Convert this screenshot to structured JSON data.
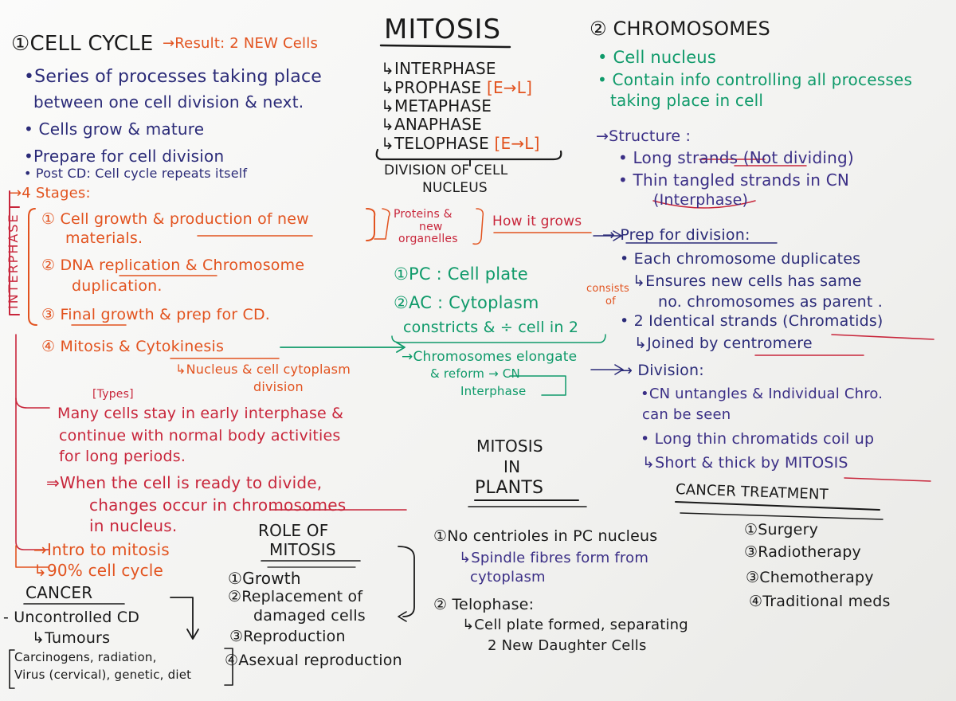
{
  "colors": {
    "board": "#f4f4f2",
    "black": "#1a1a1a",
    "navy": "#2b2b78",
    "purple": "#3b2f86",
    "orange": "#e2531f",
    "red": "#c8263b",
    "green": "#0f9a6a"
  },
  "title": "MITOSIS",
  "phases": {
    "interphase": "INTERPHASE",
    "prophase": "PROPHASE",
    "prophase_tag": "[E→L]",
    "metaphase": "METAPHASE",
    "anaphase": "ANAPHASE",
    "telophase": "TELOPHASE",
    "telophase_tag": "[E→L]",
    "caption_1": "DIVISION OF CELL",
    "caption_2": "NUCLEUS"
  },
  "cell_cycle": {
    "heading": "①CELL CYCLE",
    "result": "→Result: 2 NEW Cells",
    "line1": "•Series of processes taking place",
    "line2": "between one cell division & next.",
    "line3": "• Cells grow & mature",
    "line4": "•Prepare for cell division",
    "line5": "• Post CD: Cell cycle repeats itself",
    "stages_label": "→4 Stages:",
    "interphase_vertical": "INTERPHASE",
    "stage1a": "① Cell growth & production of new",
    "stage1b": "materials.",
    "proteins_1": "Proteins &",
    "proteins_2": "new",
    "proteins_3": "organelles",
    "how_it_grows": "How it grows",
    "stage2a": "② DNA replication & Chromosome",
    "stage2b": "duplication.",
    "stage3": "③ Final growth & prep for CD.",
    "stage4": "④ Mitosis & Cytokinesis",
    "stage4_sub1": "↳Nucleus & cell cytoplasm",
    "stage4_sub2": "division",
    "types": "[Types]",
    "many1": "Many cells stay in early interphase &",
    "many2": "continue with normal body activities",
    "many3": "for long periods.",
    "ready1": "⇒When the cell is ready to divide,",
    "ready2": "changes occur in chromosomes",
    "ready3": "in nucleus.",
    "intro": "→Intro to mitosis",
    "ninety": "↳90% cell cycle"
  },
  "cytokinesis": {
    "pc": "①PC : Cell plate",
    "ac": "②AC : Cytoplasm",
    "constricts": "constricts & ÷ cell in 2",
    "elongate1": "→Chromosomes elongate",
    "elongate2": "& reform → CN",
    "elongate3": "Interphase"
  },
  "chromosomes": {
    "heading": "② CHROMOSOMES",
    "nucleus": "• Cell nucleus",
    "contain1": "• Contain info controlling all processes",
    "contain2": "taking place in cell",
    "structure": "→Structure :",
    "long_strands": "• Long strands (Not dividing)",
    "thin1": "• Thin tangled strands in CN",
    "thin2": "(Interphase)",
    "prep": "→ Prep for division:",
    "each": "• Each chromosome duplicates",
    "ensures1": "↳Ensures new cells has same",
    "ensures2": "no. chromosomes as parent .",
    "consists_1": "consists",
    "consists_2": "of",
    "identical": "• 2 Identical strands (Chromatids)",
    "joined": "↳Joined by centromere",
    "division": "→ Division:",
    "untangles1": "•CN untangles & Individual Chro.",
    "untangles2": "can be seen",
    "coil": "• Long thin chromatids coil up",
    "short": "↳Short & thick by MITOSIS"
  },
  "plants": {
    "heading_1": "MITOSIS",
    "heading_2": "IN",
    "heading_3": "PLANTS",
    "item1": "①No centrioles in PC nucleus",
    "item1_sub1": "↳Spindle fibres form from",
    "item1_sub2": "cytoplasm",
    "item2": "② Telophase:",
    "item2_sub1": "↳Cell plate formed, separating",
    "item2_sub2": "2 New Daughter Cells"
  },
  "role": {
    "heading_1": "ROLE OF",
    "heading_2": "MITOSIS",
    "growth": "①Growth",
    "replacement1": "②Replacement of",
    "replacement2": "damaged cells",
    "reproduction": "③Reproduction",
    "asexual": "④Asexual reproduction"
  },
  "cancer": {
    "heading": "CANCER",
    "uncontrolled": "- Uncontrolled CD",
    "tumours": "↳Tumours",
    "causes1": "Carcinogens, radiation,",
    "causes2": "Virus (cervical), genetic, diet"
  },
  "treatment": {
    "heading": "CANCER TREATMENT",
    "t1": "①Surgery",
    "t2": "③Radiotherapy",
    "t3": "③Chemotherapy",
    "t4": "④Traditional meds"
  }
}
